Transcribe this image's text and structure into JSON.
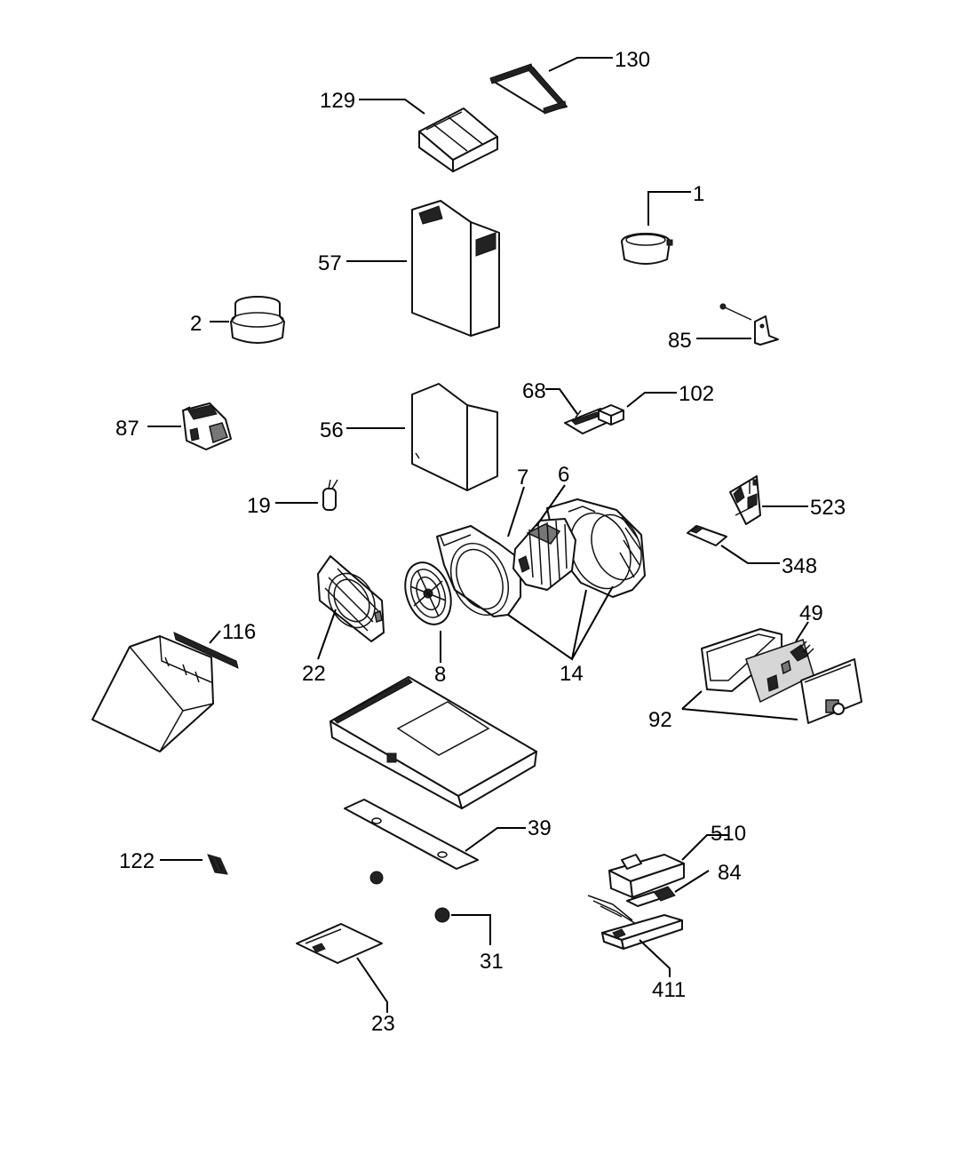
{
  "diagram": {
    "labels": {
      "p1": "1",
      "p2": "2",
      "p6": "6",
      "p7": "7",
      "p8": "8",
      "p14": "14",
      "p19": "19",
      "p22": "22",
      "p23": "23",
      "p31": "31",
      "p39": "39",
      "p49": "49",
      "p56": "56",
      "p57": "57",
      "p68": "68",
      "p84": "84",
      "p85": "85",
      "p87": "87",
      "p92": "92",
      "p102": "102",
      "p116": "116",
      "p122": "122",
      "p129": "129",
      "p130": "130",
      "p348": "348",
      "p411": "411",
      "p510": "510",
      "p523": "523"
    }
  }
}
